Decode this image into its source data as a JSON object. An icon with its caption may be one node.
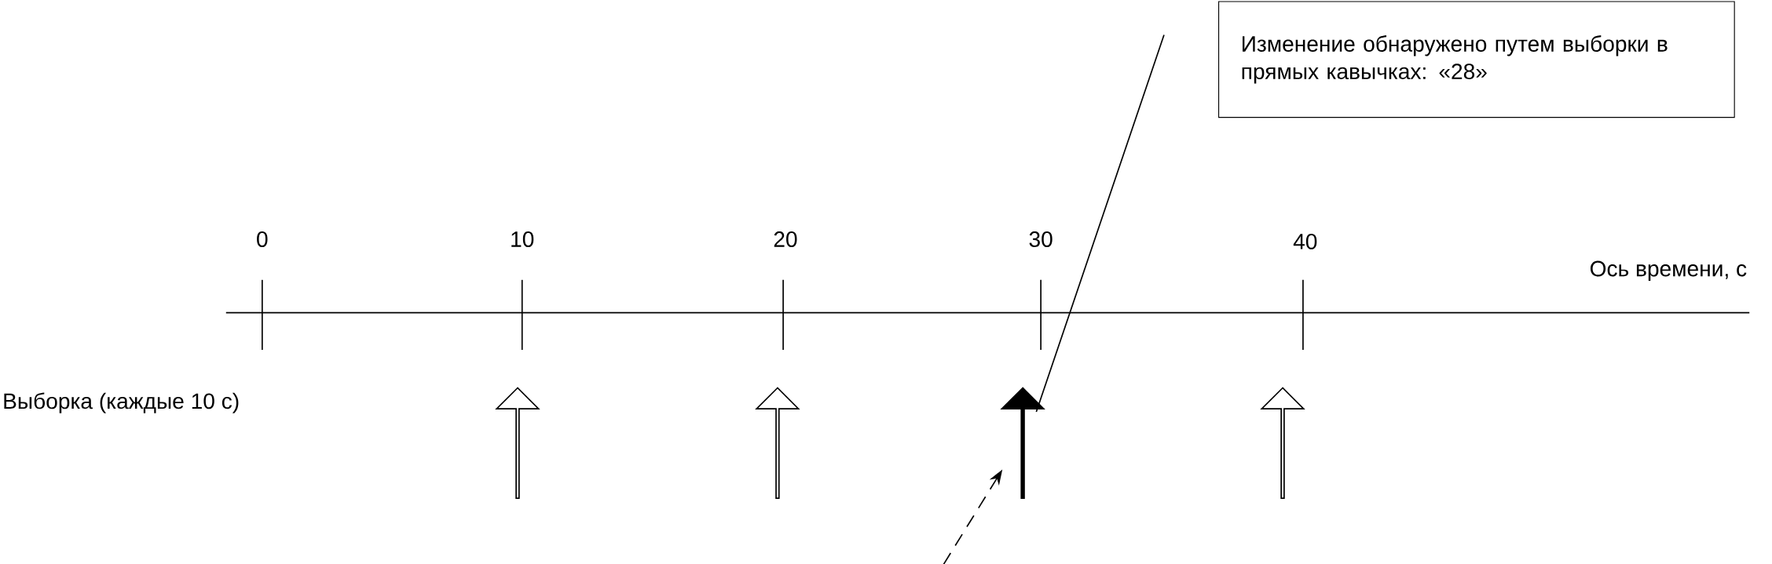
{
  "diagram": {
    "nodes": [
      {
        "text": [
          "Изменение обнаружено путем выборки в прямых кавычках: «28»"
        ]
      },
      {
        "text": [],
        "shape": "arrow"
      }
    ],
    "edges": [
      {
        "from": 0,
        "to": 1,
        "arrow": "none"
      },
      {
        "from": null,
        "to": 1,
        "arrow": "to",
        "style": "dashed"
      }
    ],
    "labels": [
      "0",
      "10",
      "20",
      "30",
      "40",
      "Ось времени, с",
      "Выборка (каждые 10 с)"
    ]
  }
}
